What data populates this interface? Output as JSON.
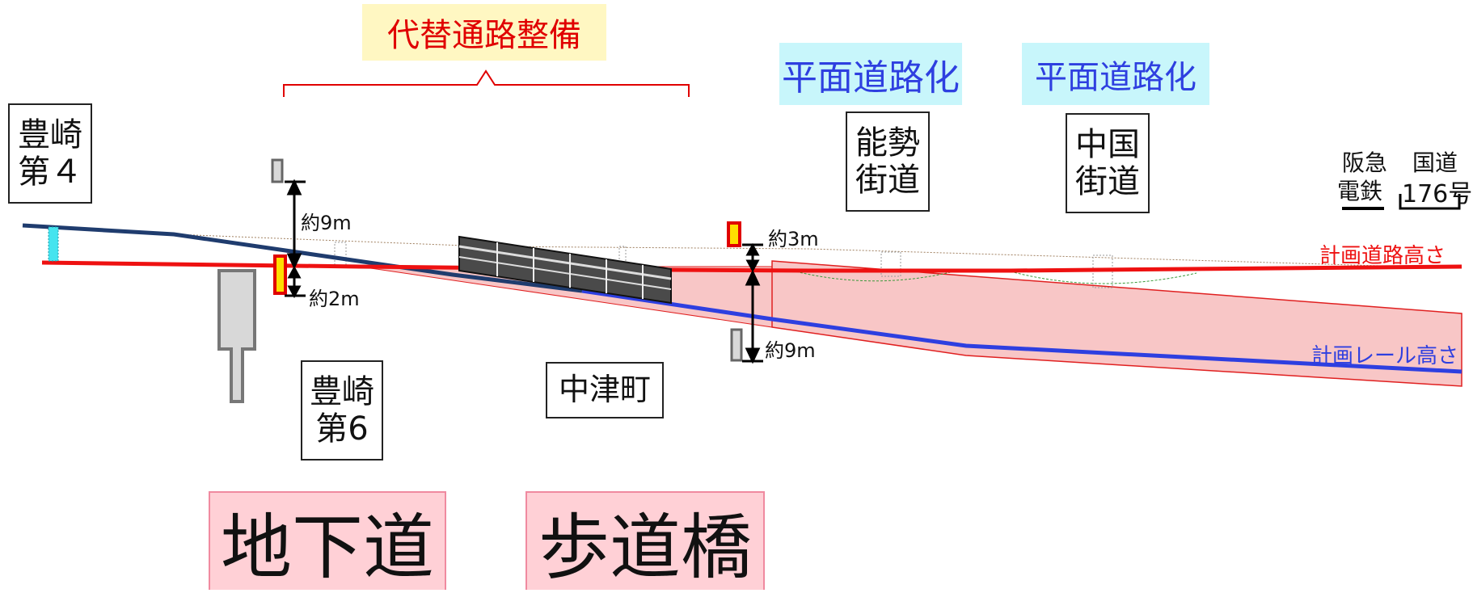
{
  "top_banner": "代替通路整備",
  "flat_road_labels": [
    "平面道路化",
    "平面道路化"
  ],
  "stations": {
    "toyosaki4": [
      "豊崎",
      "第４"
    ],
    "toyosaki6": [
      "豊崎",
      "第6"
    ],
    "nakatsucho": "中津町"
  },
  "roads": {
    "nose_kaido": [
      "能勢",
      "街道"
    ],
    "chugoku_kaido": [
      "中国",
      "街道"
    ]
  },
  "right_legend": {
    "hankyu_line": "阪急",
    "hankyu_line2": "電鉄",
    "kokudo": "国道",
    "kokudo2": "176号"
  },
  "measurements": {
    "m9_upper": "約9m",
    "m2": "約2m",
    "m3": "約3m",
    "m9_lower": "約9m"
  },
  "line_labels": {
    "road_height": "計画道路高さ",
    "rail_height": "計画レール高さ"
  },
  "bottom_labels": {
    "underpass": "地下道",
    "footbridge": "歩道橋"
  },
  "colors": {
    "road_line": "#ee1111",
    "rail_line": "#2e3fe0",
    "existing_rail": "#1f3c6e",
    "trench_fill": "#f8c6c6",
    "banner_bg": "#fff7c2",
    "flat_bg": "#c8f6fb",
    "bottom_bg": "#ffd0d6"
  }
}
